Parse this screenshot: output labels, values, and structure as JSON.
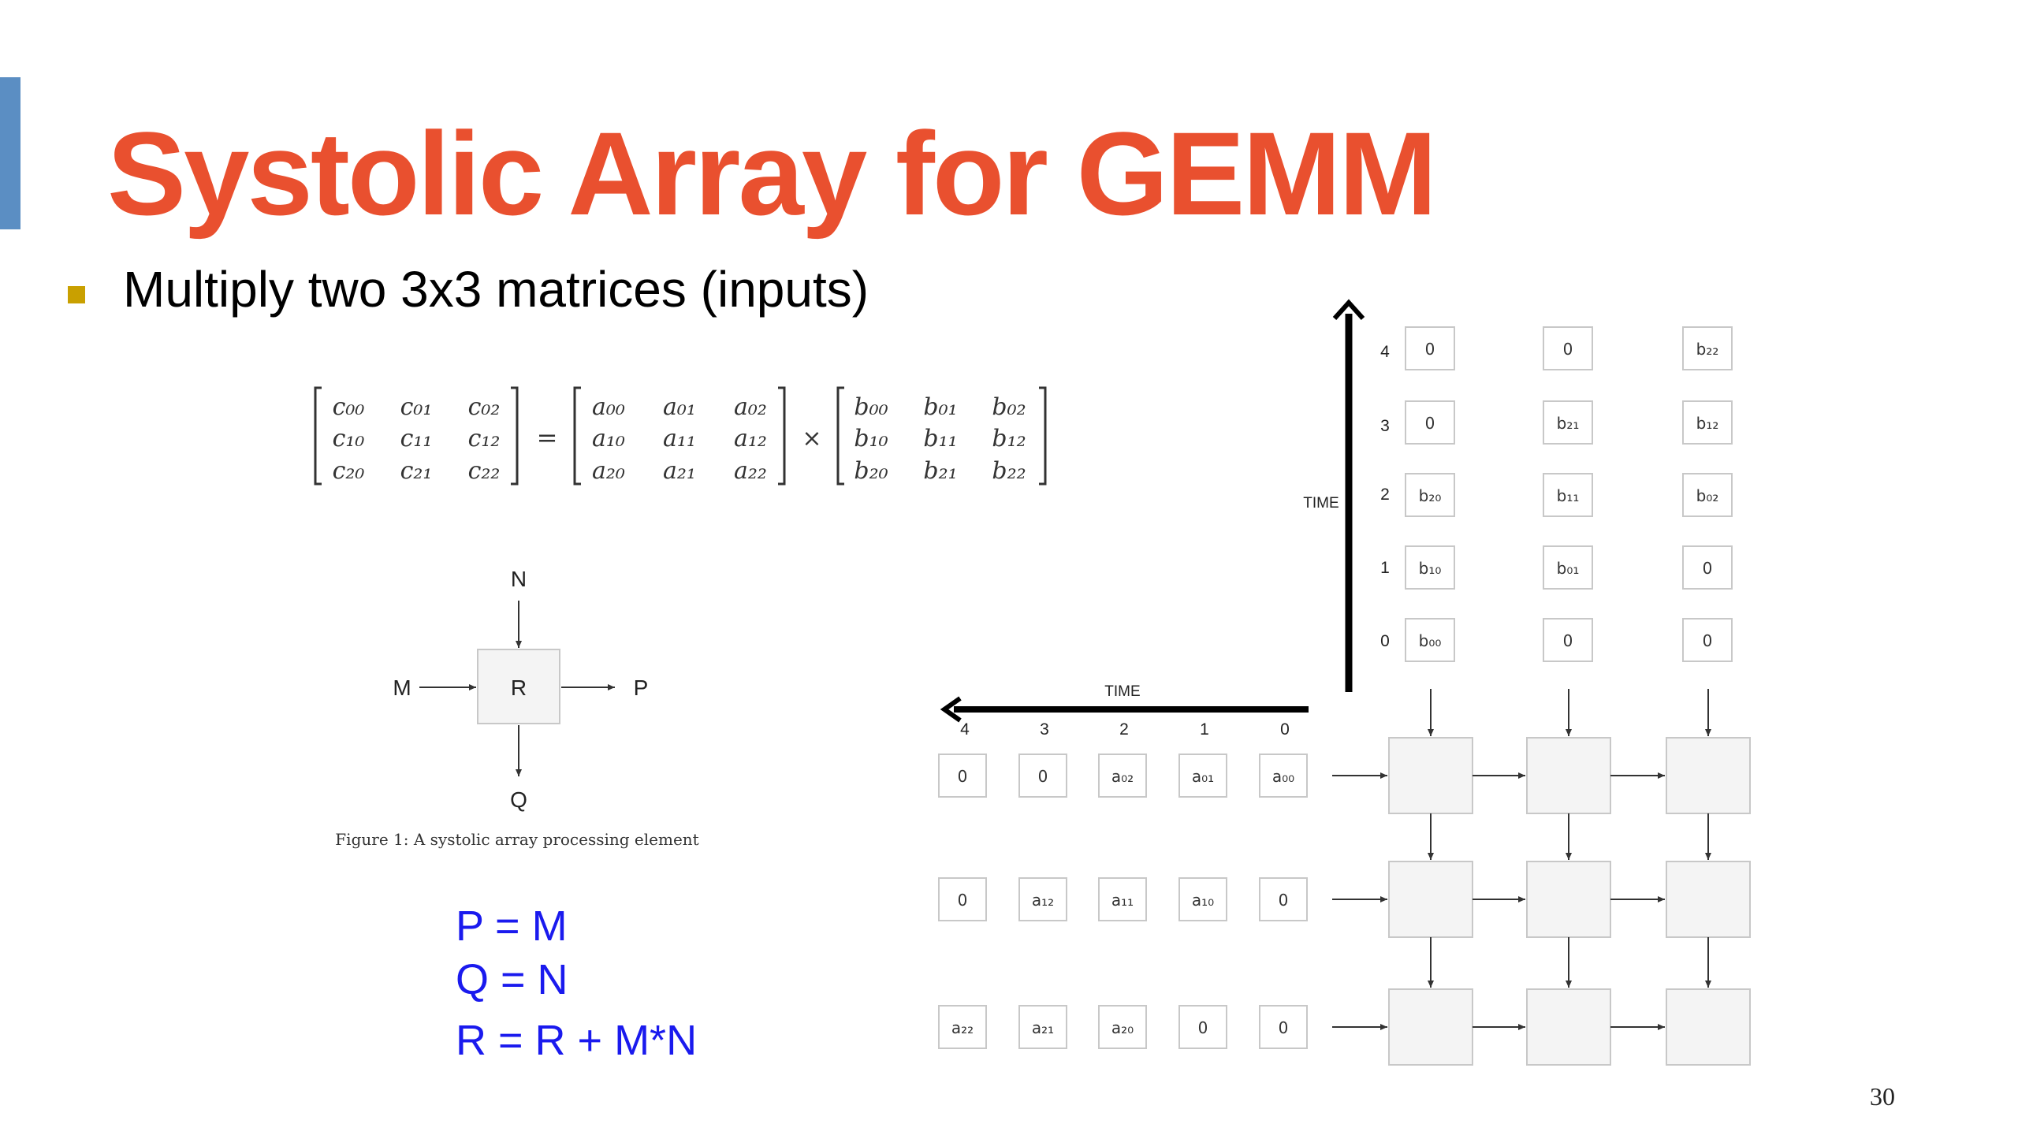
{
  "slide": {
    "title": "Systolic Array for GEMM",
    "bullet": "Multiply two 3x3 matrices (inputs)",
    "page_number": "30"
  },
  "matrix_equation": {
    "c": [
      [
        "c₀₀",
        "c₀₁",
        "c₀₂"
      ],
      [
        "c₁₀",
        "c₁₁",
        "c₁₂"
      ],
      [
        "c₂₀",
        "c₂₁",
        "c₂₂"
      ]
    ],
    "a": [
      [
        "a₀₀",
        "a₀₁",
        "a₀₂"
      ],
      [
        "a₁₀",
        "a₁₁",
        "a₁₂"
      ],
      [
        "a₂₀",
        "a₂₁",
        "a₂₂"
      ]
    ],
    "b": [
      [
        "b₀₀",
        "b₀₁",
        "b₀₂"
      ],
      [
        "b₁₀",
        "b₁₁",
        "b₁₂"
      ],
      [
        "b₂₀",
        "b₂₁",
        "b₂₂"
      ]
    ],
    "equals": "=",
    "times": "×"
  },
  "pe_figure": {
    "center": "R",
    "north": "N",
    "west": "M",
    "east": "P",
    "south": "Q",
    "caption": "Figure 1: A systolic array processing element"
  },
  "equations": [
    "P = M",
    "Q = N",
    "R = R + M*N"
  ],
  "systolic": {
    "time_label": "TIME",
    "vertical_time_ticks": [
      "4",
      "3",
      "2",
      "1",
      "0"
    ],
    "b_rows": [
      [
        "0",
        "0",
        "b₂₂"
      ],
      [
        "0",
        "b₂₁",
        "b₁₂"
      ],
      [
        "b₂₀",
        "b₁₁",
        "b₀₂"
      ],
      [
        "b₁₀",
        "b₀₁",
        "0"
      ],
      [
        "b₀₀",
        "0",
        "0"
      ]
    ],
    "horizontal_time_ticks": [
      "4",
      "3",
      "2",
      "1",
      "0"
    ],
    "a_rows": [
      [
        "0",
        "0",
        "a₀₂",
        "a₀₁",
        "a₀₀"
      ],
      [
        "0",
        "a₁₂",
        "a₁₁",
        "a₁₀",
        "0"
      ],
      [
        "a₂₂",
        "a₂₁",
        "a₂₀",
        "0",
        "0"
      ]
    ]
  }
}
